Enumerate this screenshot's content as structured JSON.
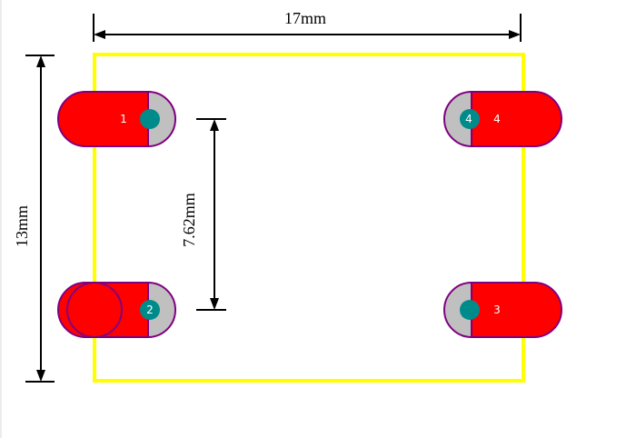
{
  "dimensions": {
    "width_label": "17mm",
    "height_label": "13mm",
    "pitch_label": "7.62mm"
  },
  "pads": [
    {
      "id": "pad-1",
      "label": "1"
    },
    {
      "id": "pad-2",
      "label": "2"
    },
    {
      "id": "pad-3",
      "label": "3"
    },
    {
      "id": "pad-4",
      "label": "4"
    }
  ],
  "colors": {
    "outline": "#ffff00",
    "pad": "#ff0000",
    "pad_border": "#800080",
    "annular": "#c0c0c0",
    "drill": "#008b8b",
    "dimension": "#000000"
  }
}
